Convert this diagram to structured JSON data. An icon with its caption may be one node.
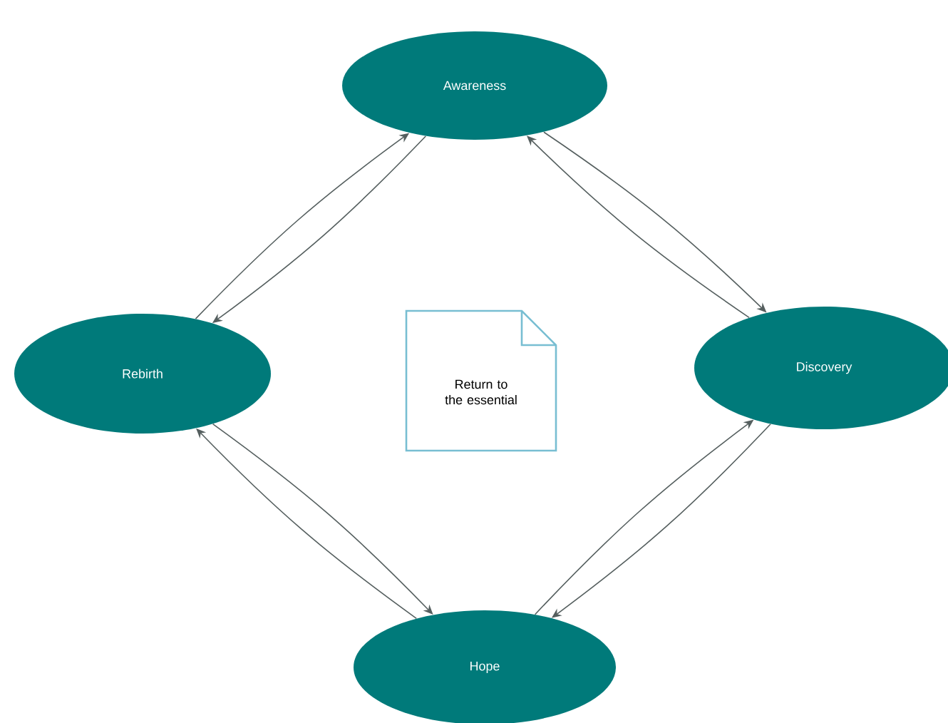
{
  "diagram": {
    "nodes": [
      {
        "text": [
          "Awareness"
        ]
      },
      {
        "text": [
          "Rebirth"
        ]
      },
      {
        "text": [
          "Discovery"
        ]
      },
      {
        "text": [
          "Hope"
        ]
      },
      {
        "text": [
          "Return to the essential"
        ]
      }
    ],
    "edges": [
      {
        "from": 0,
        "to": 1,
        "arrow": "to"
      },
      {
        "from": 1,
        "to": 0,
        "arrow": "to"
      },
      {
        "from": 0,
        "to": 2,
        "arrow": "to"
      },
      {
        "from": 2,
        "to": 0,
        "arrow": "to"
      },
      {
        "from": 1,
        "to": 3,
        "arrow": "to"
      },
      {
        "from": 3,
        "to": 1,
        "arrow": "to"
      },
      {
        "from": 2,
        "to": 3,
        "arrow": "to"
      },
      {
        "from": 3,
        "to": 2,
        "arrow": "to"
      }
    ]
  }
}
